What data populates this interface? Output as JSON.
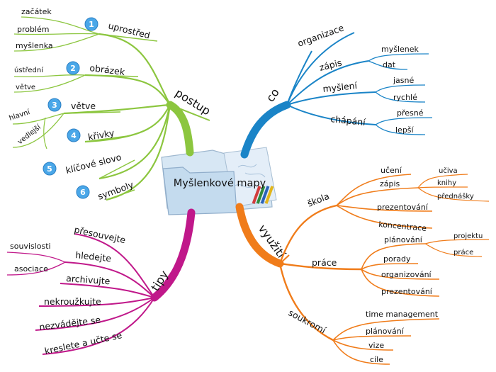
{
  "center": {
    "title": "Myšlenkové mapy"
  },
  "colors": {
    "postup": "#8cc63f",
    "co": "#1a84c7",
    "vyuziti": "#f07c1a",
    "tipy": "#c0188a",
    "badge": "#4aa7e8"
  },
  "postup": {
    "label": "postup",
    "steps": [
      {
        "num": "1",
        "label": "uprostřed",
        "items": [
          "začátek",
          "problém",
          "myšlenka"
        ]
      },
      {
        "num": "2",
        "label": "obrázek",
        "items": [
          "ústřední",
          "větve"
        ]
      },
      {
        "num": "3",
        "label": "větve",
        "items": [
          "hlavní",
          "vedlejší"
        ]
      },
      {
        "num": "4",
        "label": "křivky",
        "items": []
      },
      {
        "num": "5",
        "label": "klíčové slovo",
        "items": []
      },
      {
        "num": "6",
        "label": "symboly",
        "items": []
      }
    ]
  },
  "co": {
    "label": "co",
    "children": [
      {
        "label": "organizace",
        "items": []
      },
      {
        "label": "zápis",
        "items": [
          "myšlenek",
          "dat"
        ]
      },
      {
        "label": "myšlení",
        "items": [
          "jasné",
          "rychlé"
        ]
      },
      {
        "label": "chápání",
        "items": [
          "přesné",
          "lepší"
        ]
      }
    ]
  },
  "vyuziti": {
    "label": "využití",
    "children": [
      {
        "label": "škola",
        "items": [
          {
            "label": "učení",
            "items": []
          },
          {
            "label": "zápis",
            "items": [
              "učiva",
              "knihy",
              "přednášky"
            ]
          },
          {
            "label": "prezentování",
            "items": []
          },
          {
            "label": "koncentrace",
            "items": []
          }
        ]
      },
      {
        "label": "práce",
        "items": [
          {
            "label": "plánování",
            "items": [
              "projektu",
              "práce"
            ]
          },
          {
            "label": "porady",
            "items": []
          },
          {
            "label": "organizování",
            "items": []
          },
          {
            "label": "prezentování",
            "items": []
          }
        ]
      },
      {
        "label": "soukromí",
        "items": [
          {
            "label": "time management",
            "items": []
          },
          {
            "label": "plánování",
            "items": []
          },
          {
            "label": "vize",
            "items": []
          },
          {
            "label": "cíle",
            "items": []
          }
        ]
      }
    ]
  },
  "tipy": {
    "label": "tipy",
    "children": [
      {
        "label": "přesouvejte",
        "items": []
      },
      {
        "label": "hledejte",
        "items": [
          "souvislosti",
          "asociace"
        ]
      },
      {
        "label": "archivujte",
        "items": []
      },
      {
        "label": "nekroužkujte",
        "items": []
      },
      {
        "label": "nezvádějte se",
        "items": []
      },
      {
        "label": "kreslete a učte se",
        "items": []
      }
    ]
  }
}
